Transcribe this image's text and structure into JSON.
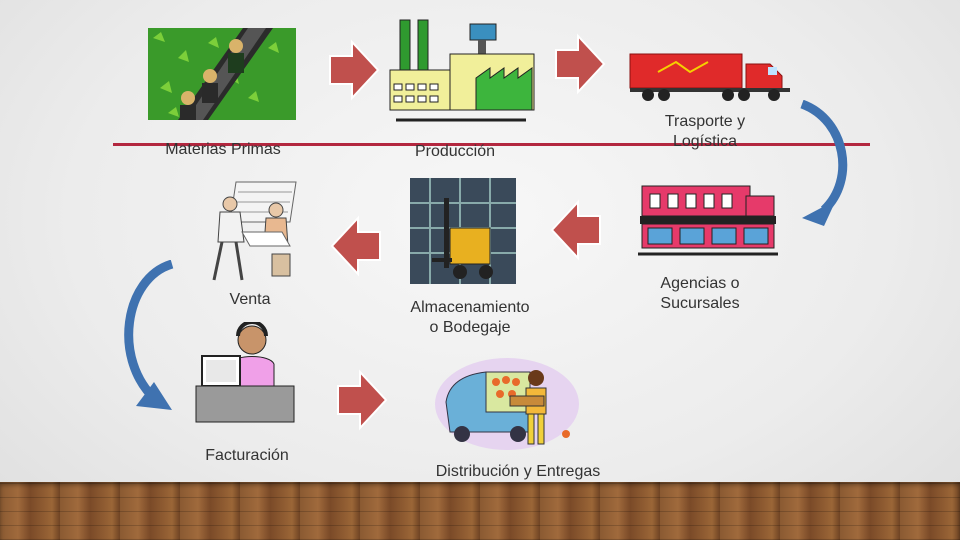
{
  "steps": [
    {
      "label": "Materias Primas"
    },
    {
      "label": "Producción"
    },
    {
      "label": "Trasporte y\nLogística"
    },
    {
      "label": "Agencias o\nSucursales"
    },
    {
      "label": "Almacenamiento\no Bodegaje"
    },
    {
      "label": "Venta"
    },
    {
      "label": "Facturación"
    },
    {
      "label": "Distribución y Entregas"
    }
  ],
  "colors": {
    "arrow": "#c0504d",
    "curve": "#3f72b0",
    "divider": "#b3273f"
  }
}
